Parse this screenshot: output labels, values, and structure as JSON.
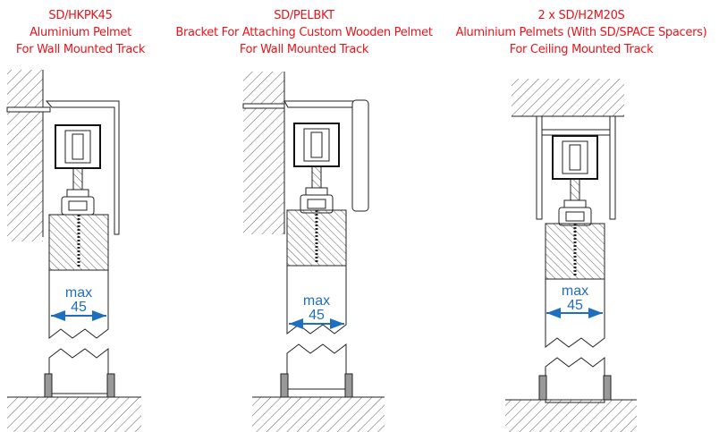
{
  "panels": [
    {
      "code": "SD/HKPK45",
      "line2": "Aluminium Pelmet",
      "line3": "For Wall Mounted Track",
      "dim_label": "max",
      "dim_value": "45"
    },
    {
      "code": "SD/PELBKT",
      "line2": "Bracket For Attaching Custom Wooden Pelmet",
      "line3": "For Wall Mounted Track",
      "dim_label": "max",
      "dim_value": "45"
    },
    {
      "code": "2 x SD/H2M20S",
      "line2": "Aluminium Pelmets (With SD/SPACE Spacers)",
      "line3": "For Ceiling Mounted Track",
      "dim_label": "max",
      "dim_value": "45"
    }
  ],
  "colors": {
    "caption": "#e8141b",
    "dimension": "#1f6fc0",
    "line": "#222222"
  }
}
